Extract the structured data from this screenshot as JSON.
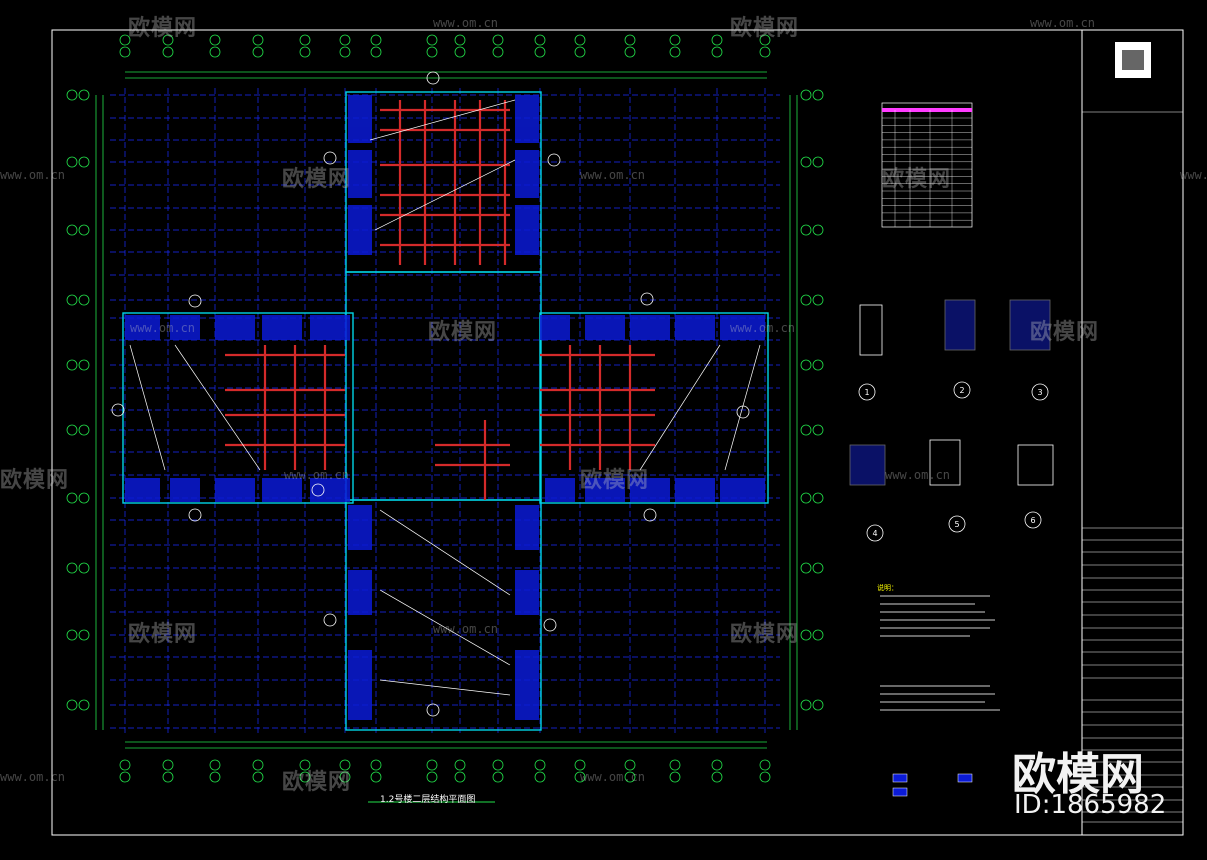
{
  "watermark": {
    "brand": "欧模网",
    "url": "www.om.cn",
    "id_label": "ID:1865982"
  },
  "drawing": {
    "title": "1.2号楼二层结构平面图",
    "notes_heading": "说明："
  },
  "detail_labels": [
    "1",
    "2",
    "3",
    "4",
    "5",
    "6"
  ],
  "colors": {
    "background": "#000000",
    "grid_blue": "#1a2cff",
    "beam_red": "#d42a2a",
    "wall_cyan": "#00d5e6",
    "slab_blue": "#0b1bd6",
    "border_white": "#ffffff",
    "dim_green": "#22e04a",
    "table_title_magenta": "#ff3cff"
  }
}
